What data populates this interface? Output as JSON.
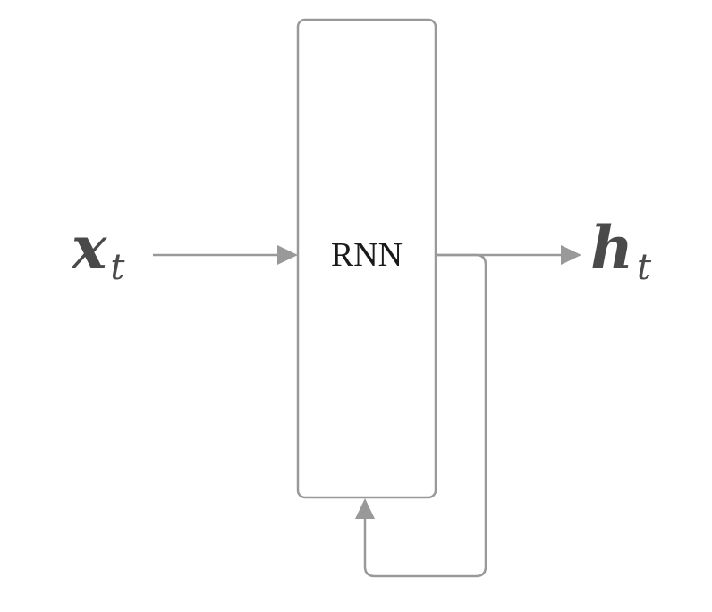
{
  "diagram": {
    "input": {
      "symbol": "x",
      "subscript": "t"
    },
    "cell": {
      "label": "RNN"
    },
    "output": {
      "symbol": "h",
      "subscript": "t"
    },
    "colors": {
      "stroke": "#999999",
      "arrowhead": "#999999",
      "symbol": "#4a4a4a",
      "label": "#1a1a1a",
      "background": "#ffffff"
    }
  }
}
